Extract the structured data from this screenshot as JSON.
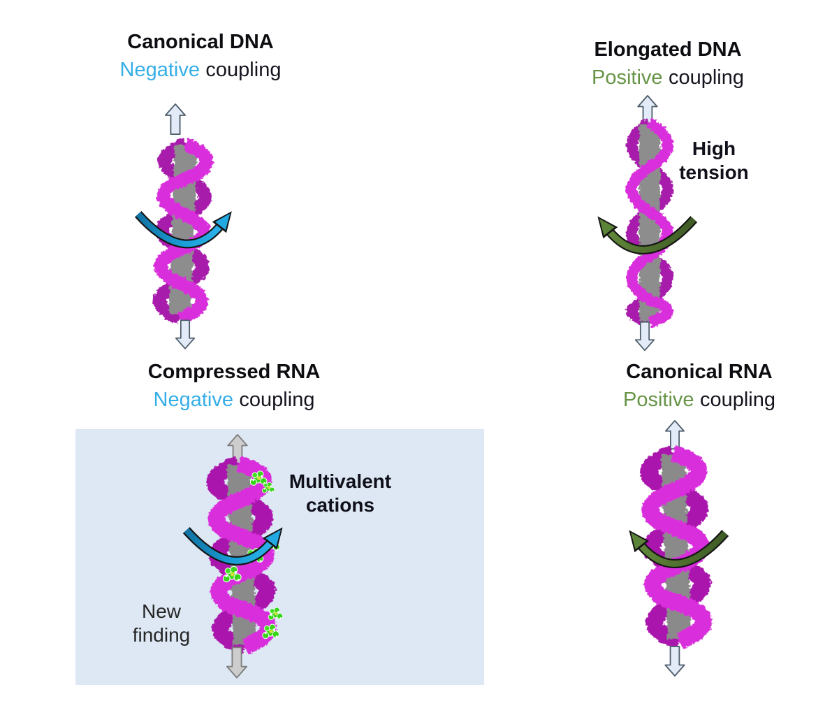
{
  "panels": [
    {
      "title": "Canonical DNA",
      "coupling_word": "Negative",
      "coupling_rest": "coupling",
      "coupling_type": "negative",
      "molecule": "B-form DNA helix",
      "twist_arrow": "blue untwisting torque arrow",
      "stretch_arrows": "up and down pulling arrows"
    },
    {
      "title": "Elongated DNA",
      "coupling_word": "Positive",
      "coupling_rest": "coupling",
      "coupling_type": "positive",
      "annotation": "High tension",
      "molecule": "stretched DNA helix",
      "twist_arrow": "green overtwisting torque arrow",
      "stretch_arrows": "up and down pulling arrows"
    },
    {
      "title": "Compressed RNA",
      "coupling_word": "Negative",
      "coupling_rest": "coupling",
      "coupling_type": "negative",
      "annotation": "Multivalent cations",
      "note": "New finding",
      "highlighted": true,
      "molecule": "compressed RNA helix with bound multivalent cations",
      "twist_arrow": "blue untwisting torque arrow",
      "stretch_arrows": "up and down pulling arrows"
    },
    {
      "title": "Canonical RNA",
      "coupling_word": "Positive",
      "coupling_rest": "coupling",
      "coupling_type": "positive",
      "molecule": "A-form RNA helix",
      "twist_arrow": "green overtwisting torque arrow",
      "stretch_arrows": "up and down pulling arrows"
    }
  ],
  "colors": {
    "negative_word": "#35aee8",
    "positive_word": "#679447",
    "coupling_text": "#15151f",
    "title_text": "#0d0d12",
    "note_text": "#262626",
    "highlight_box_bg": "#dde8f4",
    "negative_torque_arrow": "#18a2dc",
    "positive_torque_arrow": "#507031",
    "helix_magenta": "#d92fdb",
    "helix_gray": "#8d8d8d",
    "cation_green": "#38d41a",
    "pull_arrow_light_fill": "#e2ebf7",
    "pull_arrow_gray_fill": "#cdcdcd"
  },
  "icons": {
    "up_block_arrow": "block arrow pointing up (stretching force)",
    "down_block_arrow": "block arrow pointing down (stretching force)",
    "blue_torque_arrow": "curved arrow sweeping up to the right (unwinding)",
    "green_torque_arrow": "curved arrow sweeping up to the left (overwinding)",
    "cation_cluster": "green multivalent cation molecules"
  }
}
